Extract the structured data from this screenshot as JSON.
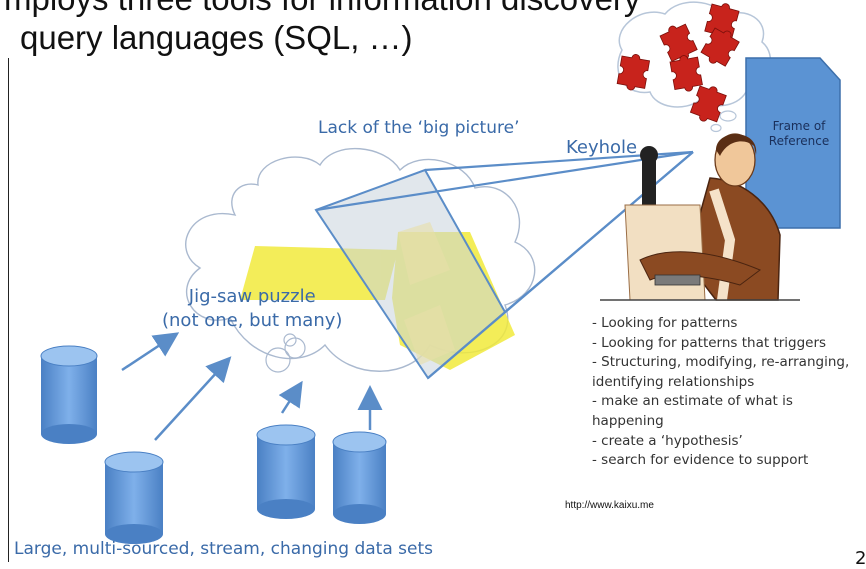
{
  "slide": {
    "title_line1": "mploys three tools for information discovery",
    "title_line2": "query languages (SQL, …)",
    "page_number": "2"
  },
  "labels": {
    "big_picture": "Lack of the ‘big picture’",
    "keyhole": "Keyhole",
    "jigsaw_line1": "Jig-saw puzzle",
    "jigsaw_line2": "(not one, but many)",
    "frame_line1": "Frame of",
    "frame_line2": "Reference",
    "datasets": "Large, multi-sourced, stream, changing data sets",
    "url": "http://www.kaixu.me"
  },
  "notes": [
    "- Looking for patterns",
    "- Looking for patterns that triggers",
    "- Structuring, modifying, re-arranging,",
    "identifying relationships",
    "- make an estimate of what is",
    "happening",
    "- create a ‘hypothesis’",
    "- search for evidence to support"
  ],
  "colors": {
    "accent_blue": "#3a6aa8",
    "cylinder_blue": "#5b93d3",
    "highlight_yellow": "#f1ea3c",
    "puzzle_red": "#c8231c",
    "frame_blue": "#5b93d3"
  },
  "icons": [
    "database-icon",
    "cloud-icon",
    "keyhole-icon",
    "person-at-desk-icon",
    "puzzle-piece-icon"
  ]
}
